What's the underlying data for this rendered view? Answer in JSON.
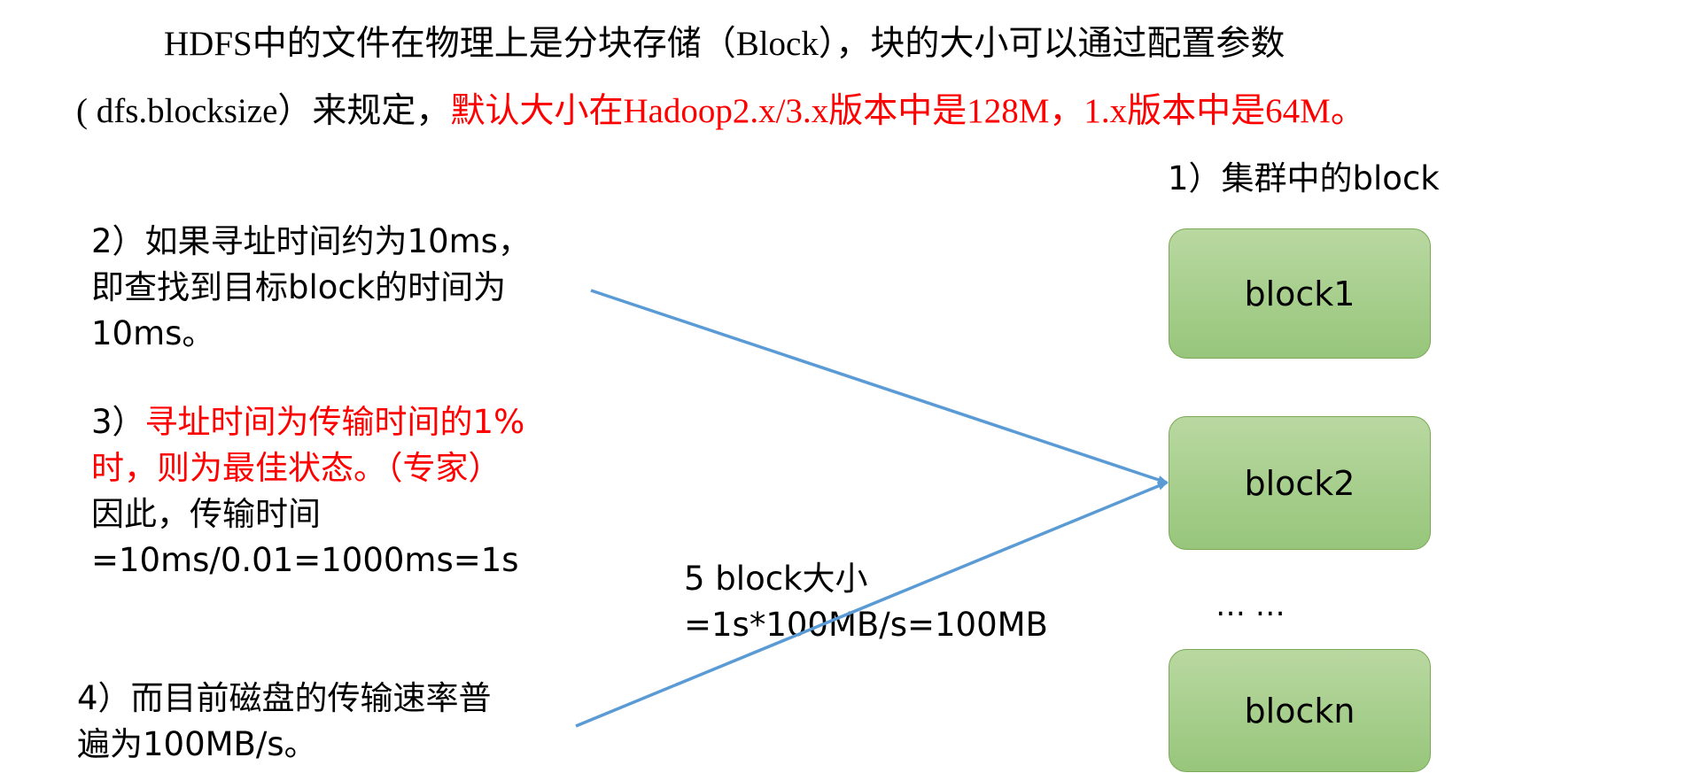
{
  "intro": {
    "line1": "HDFS中的文件在物理上是分块存储（Block），块的大小可以通过配置参数",
    "line2_black": "( dfs.blocksize）来规定，",
    "line2_red": "默认大小在Hadoop2.x/3.x版本中是128M，1.x版本中是64M。"
  },
  "cluster": {
    "title": "1）集群中的block",
    "blocks": [
      "block1",
      "block2",
      "blockn"
    ],
    "ellipsis": "… …"
  },
  "notes": {
    "seek_lines": [
      "2）如果寻址时间约为10ms，",
      "即查找到目标block的时间为",
      "10ms。"
    ],
    "optimal_prefix": "3）",
    "optimal_red_lines": [
      "寻址时间为传输时间的1%",
      "时，则为最佳状态。（专家）"
    ],
    "optimal_lines": [
      "因此，传输时间",
      "=10ms/0.01=1000ms=1s"
    ],
    "disk_lines": [
      "4）而目前磁盘的传输速率普",
      "遍为100MB/s。"
    ],
    "blocksize_lines": [
      "5 block大小",
      "=1s*100MB/s=100MB"
    ]
  },
  "colors": {
    "arrow": "#5b9bd5",
    "highlight": "#ff0000",
    "block_fill_top": "#b9d8a1",
    "block_fill_bottom": "#97c67b",
    "block_border": "#7aaa55"
  }
}
